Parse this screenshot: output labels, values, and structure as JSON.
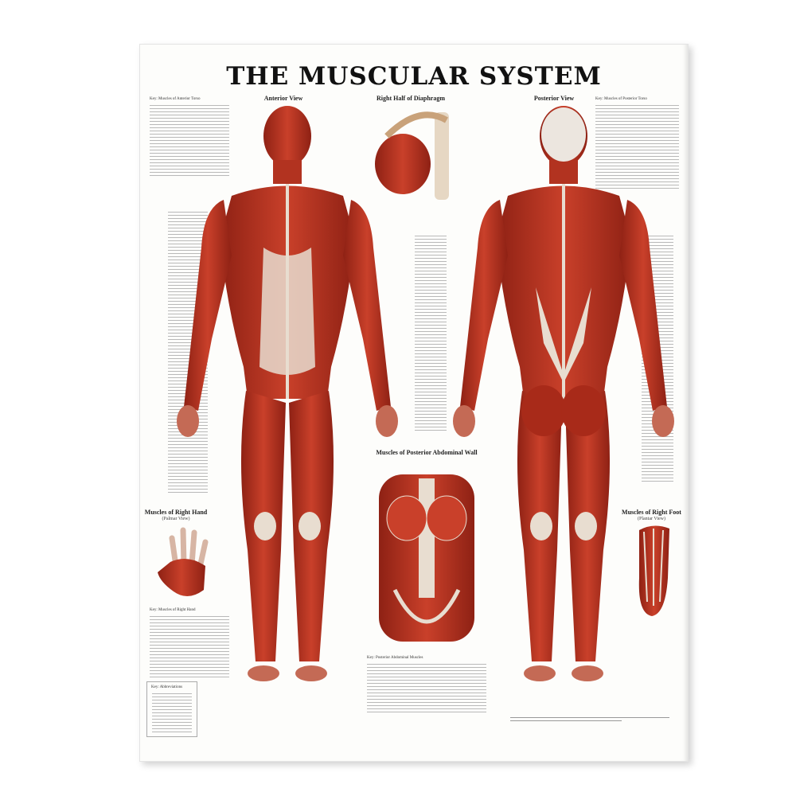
{
  "poster": {
    "title": "THE MUSCULAR SYSTEM",
    "sections": {
      "anterior": "Anterior View",
      "diaphragm": "Right Half of Diaphragm",
      "posterior": "Posterior View",
      "abdominal_wall": "Muscles of Posterior Abdominal Wall",
      "hand": "Muscles of Right Hand",
      "hand_sub": "(Palmar View)",
      "foot": "Muscles of Right Foot",
      "foot_sub": "(Plantar View)"
    },
    "keys": {
      "anterior_torso": "Key: Muscles of Anterior Torso",
      "posterior_torso": "Key: Muscles of Posterior Torso",
      "right_hand": "Key: Muscles of Right Hand",
      "abdominal": "Key: Posterior Abdominal Muscles",
      "abbreviations": "Key: Abbreviations"
    },
    "colors": {
      "muscle": "#b8311f",
      "tendon": "#e8ddd0",
      "paper": "#fdfdfb"
    }
  }
}
